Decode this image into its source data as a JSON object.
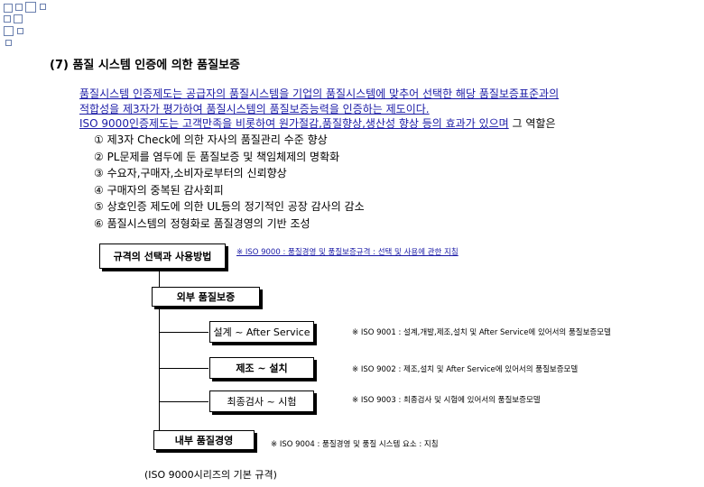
{
  "title": "(7) 품질 시스템 인증에 의한 품질보증",
  "paragraph": {
    "line1": "품질시스템 인증제도는 공급자의 품질시스템을 기업의 품질시스템에 맞추어 선택한 해당 품질보증표준과의",
    "line2": "적합성을 제3자가 평가하여 품질시스템의 품질보증능력을 인증하는 제도이다.",
    "line3_linked": "ISO 9000인증제도는 고객만족을 비롯하여 원가절감,품질향상,생산성 향상 등의 효과가 있으며",
    "line3_tail": " 그 역할은"
  },
  "items": [
    "① 제3자 Check에 의한 자사의 품질관리 수준 향상",
    "② PL문제를 염두에 둔 품질보증 및 책임체제의 명확화",
    "③ 수요자,구매자,소비자로부터의 신뢰향상",
    "④ 구매자의 중복된 감사회피",
    "⑤ 상호인증 제도에 의한 UL등의 정기적인 공장 감사의 감소",
    "⑥ 품질시스템의 정형화로 품질경영의 기반 조성"
  ],
  "diagram": {
    "root": "규격의 선택과 사용방법",
    "root_note": "※ ISO 9000 : 품질경영 및 품질보증규격 : 선택 및 사용에 관한 지침",
    "external": "외부 품질보증",
    "design": "설계 ~ After Service",
    "design_note": "※ ISO 9001 : 설계,개발,제조,설치 및 After Service에 있어서의 품질보증모델",
    "production": "제조 ~ 설치",
    "production_note": "※ ISO 9002 : 제조,설치 및 After Service에 있어서의 품질보증모델",
    "inspection": "최종검사 ~ 시험",
    "inspection_note": "※ ISO 9003 : 최종검사 및 시험에 있어서의 품질보증모델",
    "internal": "내부 품질경영",
    "internal_note": "※ ISO 9004 : 품질경영 및 품질 시스템 요소 : 지침",
    "caption": "(ISO 9000시리즈의 기본 규격)"
  }
}
